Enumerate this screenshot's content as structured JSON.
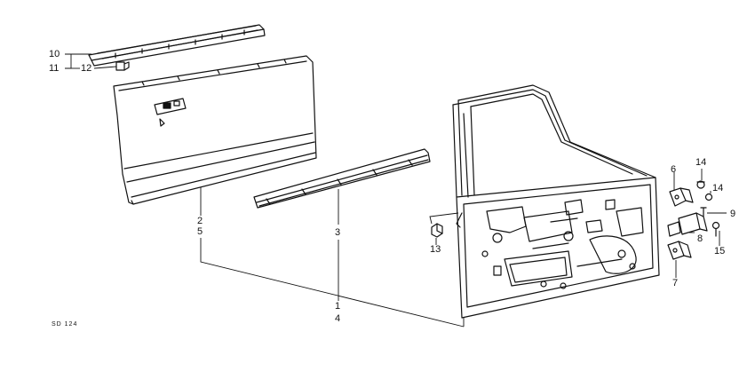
{
  "diagram": {
    "callouts": {
      "c1": "1",
      "c2": "2",
      "c3": "3",
      "c4": "4",
      "c5": "5",
      "c6": "6",
      "c7": "7",
      "c8": "8",
      "c9": "9",
      "c10": "10",
      "c11": "11",
      "c12": "12",
      "c13": "13",
      "c14a": "14",
      "c14b": "14",
      "c15": "15"
    },
    "drawing_code": "SD 124",
    "ink_color": "#111111",
    "background": "#ffffff"
  }
}
